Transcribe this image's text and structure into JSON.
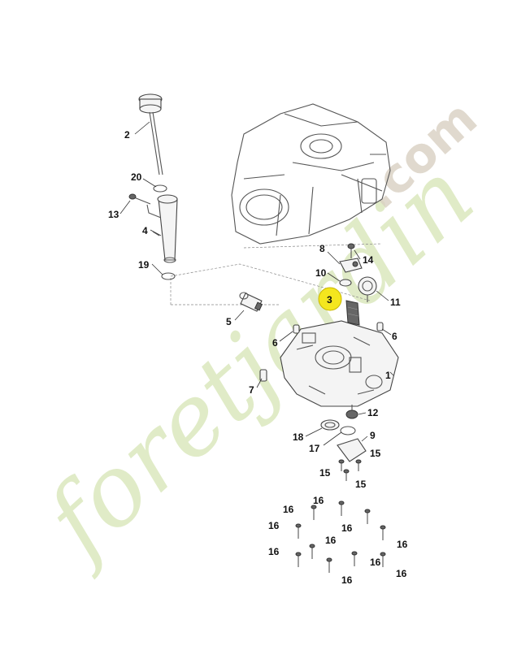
{
  "watermark": {
    "brand": "foretjardin",
    "suffix": ".com"
  },
  "highlight_color": "#f4e61e",
  "callouts": [
    {
      "id": "c1",
      "label": "1"
    },
    {
      "id": "c2",
      "label": "2"
    },
    {
      "id": "c3",
      "label": "3"
    },
    {
      "id": "c4",
      "label": "4"
    },
    {
      "id": "c5",
      "label": "5"
    },
    {
      "id": "c6a",
      "label": "6"
    },
    {
      "id": "c6b",
      "label": "6"
    },
    {
      "id": "c7",
      "label": "7"
    },
    {
      "id": "c8",
      "label": "8"
    },
    {
      "id": "c9",
      "label": "9"
    },
    {
      "id": "c10",
      "label": "10"
    },
    {
      "id": "c11",
      "label": "11"
    },
    {
      "id": "c12",
      "label": "12"
    },
    {
      "id": "c13",
      "label": "13"
    },
    {
      "id": "c14",
      "label": "14"
    },
    {
      "id": "c15a",
      "label": "15"
    },
    {
      "id": "c15b",
      "label": "15"
    },
    {
      "id": "c15c",
      "label": "15"
    },
    {
      "id": "c16a",
      "label": "16"
    },
    {
      "id": "c16b",
      "label": "16"
    },
    {
      "id": "c16c",
      "label": "16"
    },
    {
      "id": "c16d",
      "label": "16"
    },
    {
      "id": "c16e",
      "label": "16"
    },
    {
      "id": "c16f",
      "label": "16"
    },
    {
      "id": "c16g",
      "label": "16"
    },
    {
      "id": "c16h",
      "label": "16"
    },
    {
      "id": "c16i",
      "label": "16"
    },
    {
      "id": "c16j",
      "label": "16"
    },
    {
      "id": "c17",
      "label": "17"
    },
    {
      "id": "c18",
      "label": "18"
    },
    {
      "id": "c19",
      "label": "19"
    },
    {
      "id": "c20",
      "label": "20"
    }
  ]
}
